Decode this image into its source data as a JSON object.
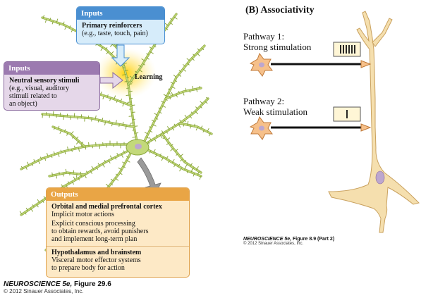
{
  "left_panel": {
    "inputs_primary": {
      "header": "Inputs",
      "title": "Primary reinforcers",
      "detail": "(e.g., taste, touch, pain)"
    },
    "inputs_neutral": {
      "header": "Inputs",
      "title": "Neutral sensory stimuli",
      "detail_lines": [
        "(e.g., visual, auditory",
        "stimuli related to",
        "an object)"
      ]
    },
    "learning_label": "Learning",
    "outputs": {
      "header": "Outputs",
      "sections": [
        {
          "title": "Orbital and medial prefrontal cortex",
          "lines": [
            "Implicit motor actions"
          ]
        },
        {
          "title": "",
          "lines": [
            "Explicit conscious processing",
            "to obtain rewards, avoid punishers",
            "and implement long-term plan"
          ]
        },
        {
          "title": "Hypothalamus and brainstem",
          "lines": [
            "Visceral motor effector systems",
            "to prepare body for action"
          ]
        }
      ]
    },
    "caption": {
      "title": "NEUROSCIENCE 5e,",
      "figure": "Figure 29.6",
      "copyright": "© 2012 Sinauer Associates, Inc."
    }
  },
  "right_panel": {
    "title": "(B)  Associativity",
    "pathway1": {
      "line1": "Pathway 1:",
      "line2": "Strong stimulation"
    },
    "pathway2": {
      "line1": "Pathway 2:",
      "line2": "Weak stimulation"
    },
    "caption": {
      "title": "NEUROSCIENCE 5e,",
      "figure": "Figure 8.9 (Part 2)",
      "copyright": "© 2012 Sinauer Associates, Inc."
    }
  },
  "colors": {
    "dendrite": "#c3d97a",
    "dendrite_stroke": "#8aa63c",
    "neuron_tan": "#f5dfae",
    "neuron_stroke": "#c9a15e",
    "glow": "#ffd000",
    "input_neuron": "#f6c08a",
    "nucleus": "#bda7cf"
  }
}
